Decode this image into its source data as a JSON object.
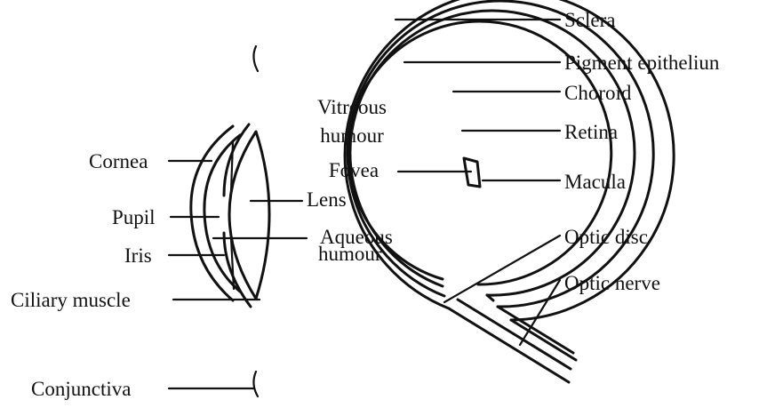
{
  "labels": {
    "sclera": "Sclera",
    "pigment_epithelium": "Pigment epitheliun",
    "choroid": "Choroid",
    "retina": "Retina",
    "macula": "Macula",
    "optic_disc": "Optic disc",
    "optic_nerve": "Optic nerve",
    "vitreous_1": "Vitreous",
    "vitreous_2": "humour",
    "fovea": "Fovea",
    "lens": "Lens",
    "aqueous_1": "Aqueous",
    "aqueous_2": "humour",
    "cornea": "Cornea",
    "pupil": "Pupil",
    "iris": "Iris",
    "ciliary_muscle": "Ciliary muscle",
    "conjunctiva": "Conjunctiva"
  }
}
